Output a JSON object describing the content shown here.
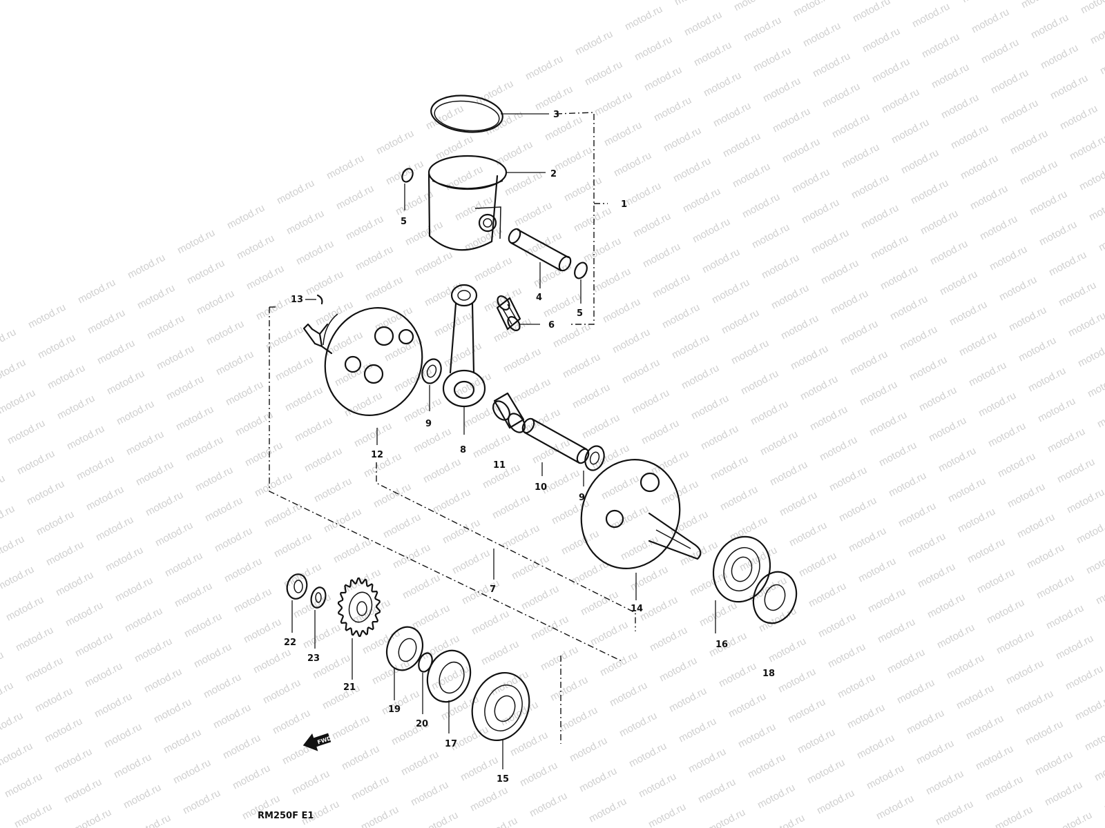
{
  "watermark": "motod.ru",
  "diagram_code": "RM250F E1",
  "front_marker": "FWD",
  "callouts": [
    {
      "id": "c1",
      "text": "1"
    },
    {
      "id": "c2",
      "text": "2"
    },
    {
      "id": "c3",
      "text": "3"
    },
    {
      "id": "c4",
      "text": "4"
    },
    {
      "id": "c5a",
      "text": "5"
    },
    {
      "id": "c5b",
      "text": "5"
    },
    {
      "id": "c6",
      "text": "6"
    },
    {
      "id": "c7",
      "text": "7"
    },
    {
      "id": "c8",
      "text": "8"
    },
    {
      "id": "c9a",
      "text": "9"
    },
    {
      "id": "c9b",
      "text": "9"
    },
    {
      "id": "c10",
      "text": "10"
    },
    {
      "id": "c11",
      "text": "11"
    },
    {
      "id": "c12",
      "text": "12"
    },
    {
      "id": "c13",
      "text": "13"
    },
    {
      "id": "c14",
      "text": "14"
    },
    {
      "id": "c15",
      "text": "15"
    },
    {
      "id": "c16",
      "text": "16"
    },
    {
      "id": "c17",
      "text": "17"
    },
    {
      "id": "c18",
      "text": "18"
    },
    {
      "id": "c19",
      "text": "19"
    },
    {
      "id": "c20",
      "text": "20"
    },
    {
      "id": "c21",
      "text": "21"
    },
    {
      "id": "c22",
      "text": "22"
    },
    {
      "id": "c23",
      "text": "23"
    }
  ]
}
